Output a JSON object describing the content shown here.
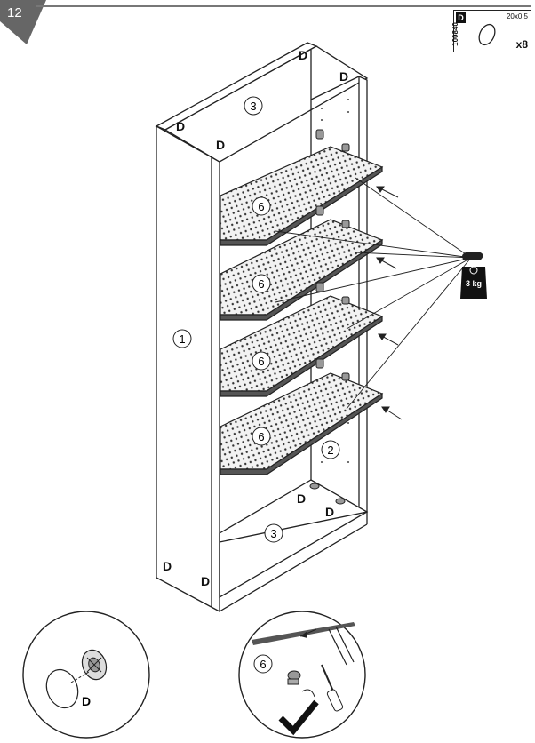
{
  "step": {
    "number": "12"
  },
  "hardware": {
    "letter": "D",
    "code": "100840",
    "size": "20x0.5",
    "quantity": "x8"
  },
  "parts": {
    "side_panel": "1",
    "back_panel": "2",
    "top_panel": "3",
    "bottom_panel": "3",
    "shelf": "6"
  },
  "fastener_label": "D",
  "weight_label": "3 kg",
  "detail_left": {
    "label": "D"
  },
  "detail_right": {
    "label": "6"
  }
}
